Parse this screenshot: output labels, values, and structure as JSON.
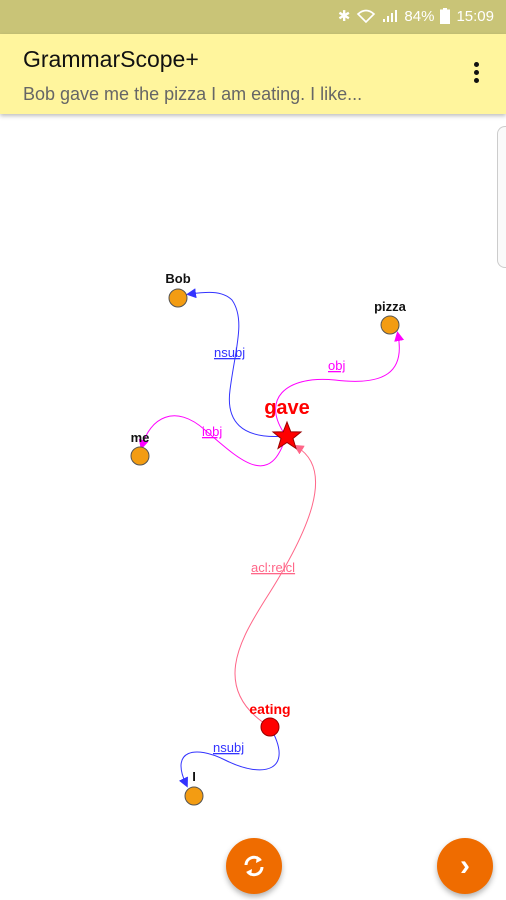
{
  "status": {
    "battery": "84%",
    "time": "15:09",
    "icons": [
      "bluetooth-icon",
      "wifi-icon",
      "signal-icon",
      "battery-icon"
    ]
  },
  "appbar": {
    "title": "GrammarScope+",
    "subtitle": "Bob gave me the pizza I am eating. I like..."
  },
  "graph": {
    "nodes": {
      "gave": {
        "label": "gave",
        "color": "#ff0000",
        "shape": "star"
      },
      "bob": {
        "label": "Bob",
        "color": "#f39c12"
      },
      "pizza": {
        "label": "pizza",
        "color": "#f39c12"
      },
      "me": {
        "label": "me",
        "color": "#f39c12"
      },
      "eating": {
        "label": "eating",
        "color": "#ff0000"
      },
      "i": {
        "label": "I",
        "color": "#f39c12"
      }
    },
    "edges": {
      "nsubj1": {
        "label": "nsubj",
        "color": "#3333ff"
      },
      "obj": {
        "label": "obj",
        "color": "#ff00ff"
      },
      "iobj": {
        "label": "iobj",
        "color": "#ff00ff"
      },
      "aclrelcl": {
        "label": "acl:relcl",
        "color": "#ff6688"
      },
      "nsubj2": {
        "label": "nsubj",
        "color": "#3333ff"
      }
    }
  },
  "buttons": {
    "refresh_icon": "refresh-icon",
    "next_icon": "chevron-right-icon",
    "next_glyph": "›"
  }
}
